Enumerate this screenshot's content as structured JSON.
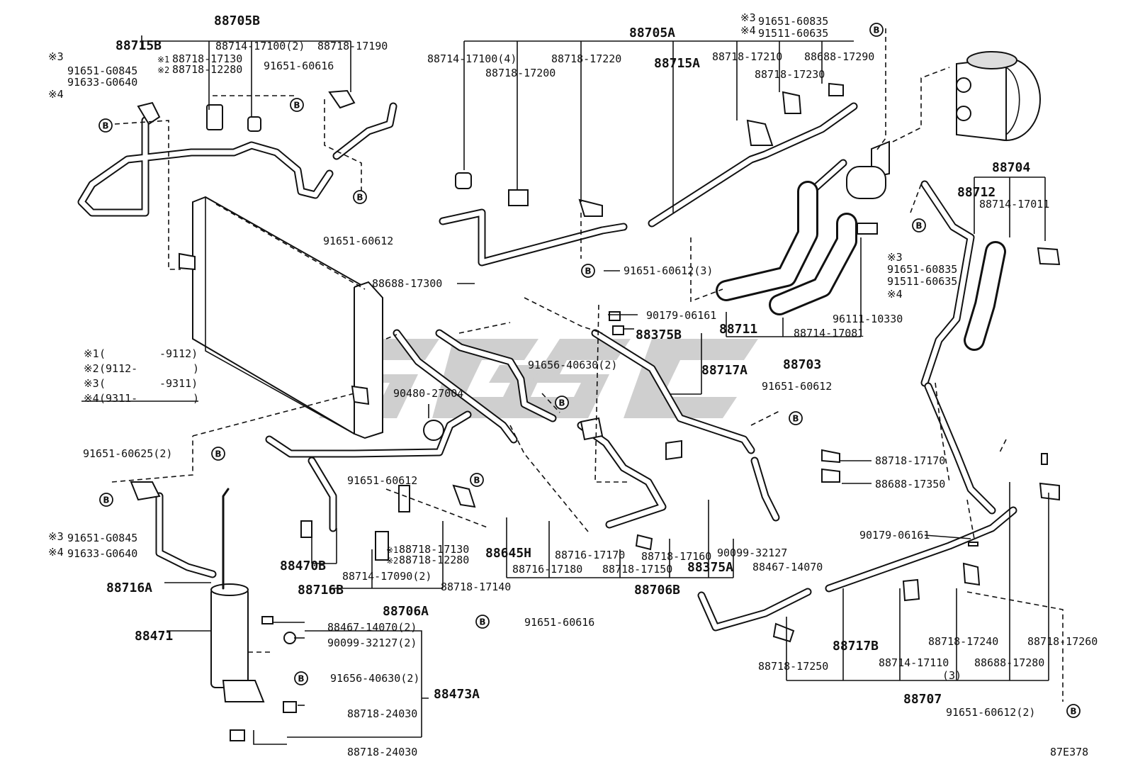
{
  "groups": {
    "g88705B": "88705B",
    "g88705A": "88705A",
    "g88715B": "88715B",
    "g88715A": "88715A",
    "g88704": "88704",
    "g88712": "88712",
    "g88711": "88711",
    "g88703": "88703",
    "g88375B": "88375B",
    "g88717A": "88717A",
    "g88470B": "88470B",
    "g88716B": "88716B",
    "g88706A": "88706A",
    "g88645H": "88645H",
    "g88706B": "88706B",
    "g88375A": "88375A",
    "g88716A": "88716A",
    "g88471": "88471",
    "g88473A": "88473A",
    "g88717B": "88717B",
    "g88707": "88707"
  },
  "parts": {
    "p88714_17100_2": "88714-17100(2)",
    "p88718_17190": "88718-17190",
    "p88718_17130_top": "88718-17130",
    "p88718_12280_top": "88718-12280",
    "p91651_G0845_top": "91651-G0845",
    "p91633_G0640_top": "91633-G0640",
    "p91651_60616_top": "91651-60616",
    "p91651_60612_left": "91651-60612",
    "p88714_17100_4": "88714-17100(4)",
    "p88718_17200": "88718-17200",
    "p88718_17220": "88718-17220",
    "p91651_60835_top": "91651-60835",
    "p91511_60635_top": "91511-60635",
    "p88718_17210": "88718-17210",
    "p88688_17290": "88688-17290",
    "p88718_17230": "88718-17230",
    "p91651_60612_3": "91651-60612(3)",
    "p88688_17300": "88688-17300",
    "p90179_06161_mid": "90179-06161",
    "p88714_17011": "88714-17011",
    "p91651_60835_r": "91651-60835",
    "p91511_60635_r": "91511-60635",
    "p96111_10330": "96111-10330",
    "p88714_17081": "88714-17081",
    "p91656_40630_2_mid": "91656-40630(2)",
    "p90480_27004": "90480-27004",
    "p91651_60612_r": "91651-60612",
    "p91651_60625_2": "91651-60625(2)",
    "p91651_60612_mid": "91651-60612",
    "p91651_G0845_bot": "91651-G0845",
    "p91633_G0640_bot": "91633-G0640",
    "p88718_17130_bot": "88718-17130",
    "p88718_12280_bot": "88718-12280",
    "p88714_17090_2": "88714-17090(2)",
    "p88718_17140": "88718-17140",
    "p88716_17170": "88716-17170",
    "p88716_17180": "88716-17180",
    "p88718_17160": "88718-17160",
    "p88718_17150": "88718-17150",
    "p90099_32127_mid": "90099-32127",
    "p88467_14070_mid": "88467-14070",
    "p88718_17170": "88718-17170",
    "p88688_17350": "88688-17350",
    "p90179_06161_r": "90179-06161",
    "p91651_60616_bot": "91651-60616",
    "p88467_14070_2": "88467-14070(2)",
    "p90099_32127_2": "90099-32127(2)",
    "p91656_40630_2_bot": "91656-40630(2)",
    "p88718_24030_a": "88718-24030",
    "p88718_24030_b": "88718-24030",
    "p88718_17250": "88718-17250",
    "p88718_17240": "88718-17240",
    "p88718_17260": "88718-17260",
    "p88714_17110": "88714-17110",
    "p88714_17110_qty": "(3)",
    "p88688_17280": "88688-17280",
    "p91651_60612_2": "91651-60612(2)"
  },
  "notes": {
    "n1": "※1",
    "n2": "※2",
    "n3": "※3",
    "n4": "※4",
    "m1": "※1",
    "m2": "※2"
  },
  "legend": {
    "r1_mark": "※1",
    "r1_from": "(",
    "r1_to": "-9112)",
    "r2_mark": "※2",
    "r2_from": "(9112-",
    "r2_to": ")",
    "r3_mark": "※3",
    "r3_from": "(",
    "r3_to": "-9311)",
    "r4_mark": "※4",
    "r4_from": "(9311-",
    "r4_to": ")"
  },
  "bolt_symbol": "B",
  "drawing_code": "87E378",
  "watermark": "SGSC"
}
